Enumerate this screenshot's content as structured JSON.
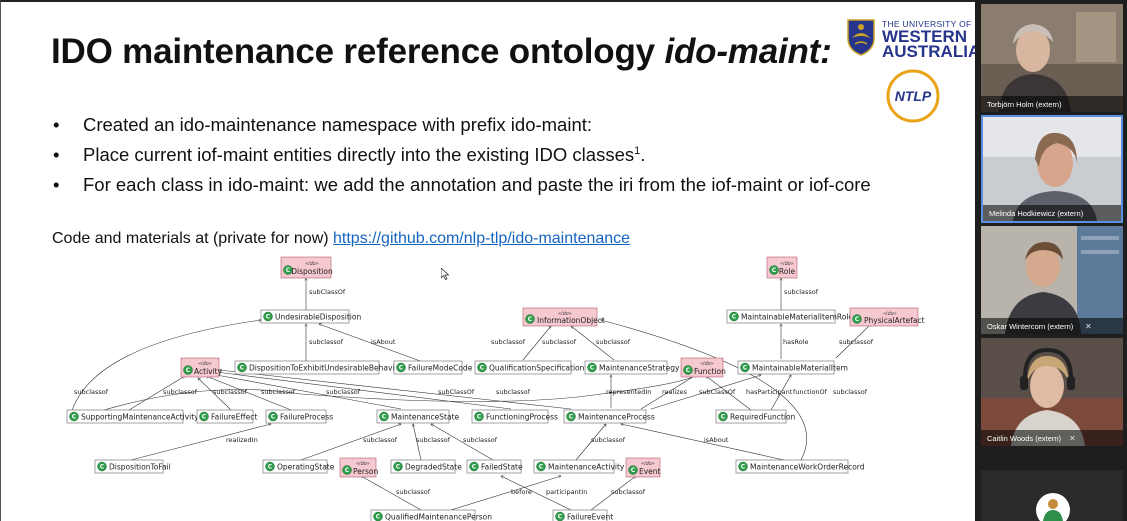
{
  "slide": {
    "title_main": "IDO maintenance reference ontology ",
    "title_italic": "ido-maint:",
    "logo_uwa": {
      "line1": "THE UNIVERSITY OF",
      "line2": "WESTERN",
      "line3": "AUSTRALIA"
    },
    "logo_ntlp": "NTLP",
    "bullets": [
      {
        "text": "Created an ido-maintenance namespace with prefix ido-maint:",
        "sup": ""
      },
      {
        "text": "Place current iof-maint entities directly into the existing IDO classes",
        "sup": "1",
        "tail": "."
      },
      {
        "text": "For each class in ido-maint: we add the annotation and paste the iri from the iof-maint or iof-core",
        "sup": ""
      }
    ],
    "code_text": "Code and materials at (private for now) ",
    "code_link": "https://github.com/nlp-tlp/ido-maintenance"
  },
  "diagram": {
    "ido_stereotype": "«ido»",
    "class_icon": "C",
    "classes": {
      "disposition": "Disposition",
      "role": "Role",
      "undesirable_disposition": "UndesirableDisposition",
      "information_object": "InformationObject",
      "maintainable_material_item_role": "MaintainableMaterialItemRole",
      "physical_artefact": "PhysicalArtefact",
      "activity": "Activity",
      "disposition_to_exhibit": "DispositionToExhibitUndesirableBehavior",
      "failure_mode_code": "FailureModeCode",
      "qualification_specification": "QualificationSpecification",
      "maintenance_strategy": "MaintenanceStrategy",
      "function": "Function",
      "maintainable_material_item": "MaintainableMaterialItem",
      "supporting_maintenance_activity": "SupportingMaintenanceActivity",
      "failure_effect": "FailureEffect",
      "failure_process": "FailureProcess",
      "maintenance_state": "MaintenanceState",
      "functioning_process": "FunctioningProcess",
      "maintenance_process": "MaintenanceProcess",
      "required_function": "RequiredFunction",
      "disposition_to_fail": "DispositionToFail",
      "operating_state": "OperatingState",
      "person": "Person",
      "degraded_state": "DegradedState",
      "failed_state": "FailedState",
      "maintenance_activity": "MaintenanceActivity",
      "event": "Event",
      "maintenance_work_order_record": "MaintenanceWorkOrderRecord",
      "qualified_maintenance_person": "QualifiedMaintenancePerson",
      "failure_event": "FailureEvent"
    },
    "labels": {
      "subClassOf": "subClassOf",
      "subclassof": "subclassof",
      "subClassOf_b": "subClassOf",
      "isAbout": "isAbout",
      "hasRole": "hasRole",
      "representedIn": "representedIn",
      "realizes": "realizes",
      "subClassOf_c": "subClassOf",
      "hasParticipant": "hasParticipant",
      "functionOf": "functionOf",
      "realizedIn": "realizedIn",
      "before": "before",
      "participantIn": "participantIn"
    }
  },
  "participants": [
    {
      "name": "Torbjörn Holm (extern)",
      "muted": false,
      "active": false
    },
    {
      "name": "Melinda Hodkiewicz (extern)",
      "muted": false,
      "active": true
    },
    {
      "name": "Oskar Wintercorn (extern)",
      "muted": true,
      "active": false
    },
    {
      "name": "Caitlin Woods (extern)",
      "muted": true,
      "active": false
    }
  ]
}
